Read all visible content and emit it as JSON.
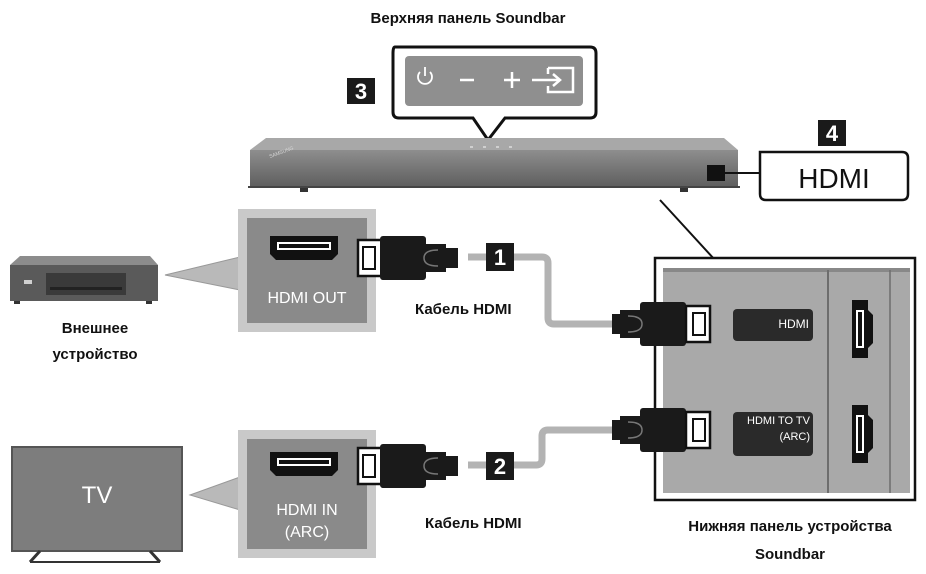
{
  "top_panel_label": "Верхняя панель Soundbar",
  "bottom_panel_label": [
    "Нижняя панель устройства",
    "Soundbar"
  ],
  "external_device_label": [
    "Внешнее",
    "устройство"
  ],
  "tv_label": "TV",
  "callouts": {
    "num3": "3",
    "num4": "4",
    "num1": "1",
    "num2": "2"
  },
  "hdmi_port_callout": "HDMI",
  "device_ports": {
    "hdmi_out": "HDMI OUT",
    "hdmi_in_arc": [
      "HDMI IN",
      "(ARC)"
    ]
  },
  "cables": {
    "cable1": "Кабель HDMI",
    "cable2": "Кабель HDMI"
  },
  "soundbar_ports": {
    "hdmi": "HDMI",
    "hdmi_to_tv": [
      "HDMI TO TV",
      "(ARC)"
    ]
  },
  "soundbar_brand": "SAMSUNG",
  "icons": [
    "power-icon",
    "minus-icon",
    "plus-icon",
    "input-source-icon",
    "hdmi-connector-icon"
  ],
  "colors": {
    "panel_gray": "#8c8c8c",
    "dark": "#1a1a1a",
    "cable_gray": "#b3b3b3",
    "port_bg": "#a6a6a6"
  }
}
